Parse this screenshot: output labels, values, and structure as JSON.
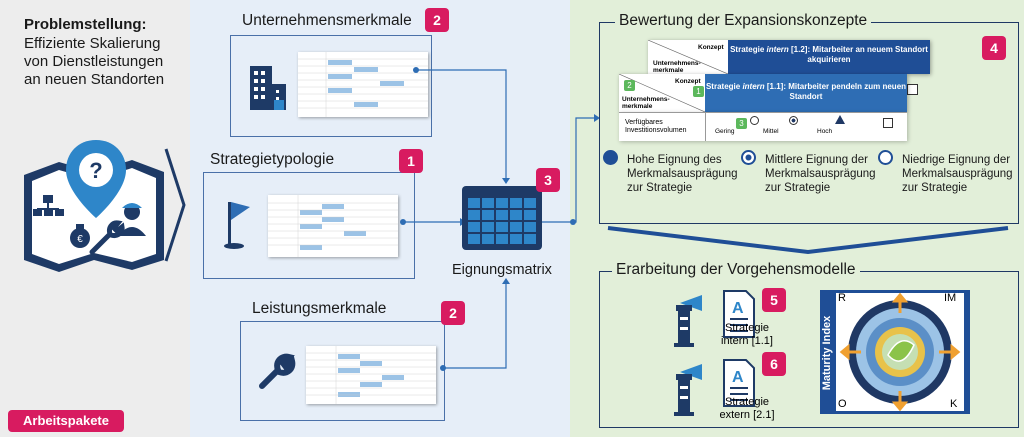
{
  "problem": {
    "title": "Problemstellung:",
    "lines": [
      "Effiziente Skalierung",
      "von Dienstleistungen",
      "an neuen Standorten"
    ]
  },
  "arbeitspakete_label": "Arbeitspakete",
  "middle": {
    "unternehmensmerkmale": {
      "label": "Unternehmensmerkmale",
      "badge": "2"
    },
    "strategietypologie": {
      "label": "Strategietypologie",
      "badge": "1"
    },
    "leistungsmerkmale": {
      "label": "Leistungsmerkmale",
      "badge": "2"
    },
    "eignungsmatrix": {
      "label": "Eignungsmatrix",
      "badge": "3"
    }
  },
  "right": {
    "bewertung": {
      "label": "Bewertung der Expansionskonzepte",
      "badge": "4",
      "card_back": {
        "konzept": "Konzept",
        "merkmale": "Unternehmens-merkmale",
        "strategie_prefix": "Strategie ",
        "strategie_italic": "intern",
        "strategie_rest": " [1.2]: Mitarbeiter an neuem Standort akquirieren"
      },
      "card_front": {
        "konzept": "Konzept",
        "merkmale": "Unternehmens-merkmale",
        "strategie_prefix": "Strategie ",
        "strategie_italic": "intern",
        "strategie_rest": " [1.1]: Mitarbeiter pendeln zum neuen Standort",
        "badge_left": "2",
        "badge_right": "1",
        "badge_row": "3"
      },
      "row_label": "Verfügbares Investitionsvolumen",
      "levels": [
        "Gering",
        "Mittel",
        "Hoch"
      ],
      "legend": [
        {
          "symbol": "full",
          "text": "Hohe Eignung des Merkmalsausprägung zur Strategie"
        },
        {
          "symbol": "dot",
          "text": "Mittlere Eignung der Merkmalsausprägung zur Strategie"
        },
        {
          "symbol": "empty",
          "text": "Niedrige Eignung der Merkmalsausprägung zur Strategie"
        }
      ]
    },
    "vorgehen": {
      "label": "Erarbeitung der Vorgehensmodelle",
      "strategie_intern": {
        "text": "Strategie intern [1.1]",
        "badge": "5"
      },
      "strategie_extern": {
        "text": "Strategie extern [2.1]",
        "badge": "6"
      },
      "maturity": {
        "axis_label": "Maturity Index",
        "corners": [
          "R",
          "IM",
          "O",
          "K"
        ]
      }
    }
  },
  "colors": {
    "accent": "#d81b60",
    "blue_dark": "#1f4e96",
    "blue_mid": "#2e6db4",
    "green_bg": "#e2efd9",
    "navy": "#1f3864"
  }
}
